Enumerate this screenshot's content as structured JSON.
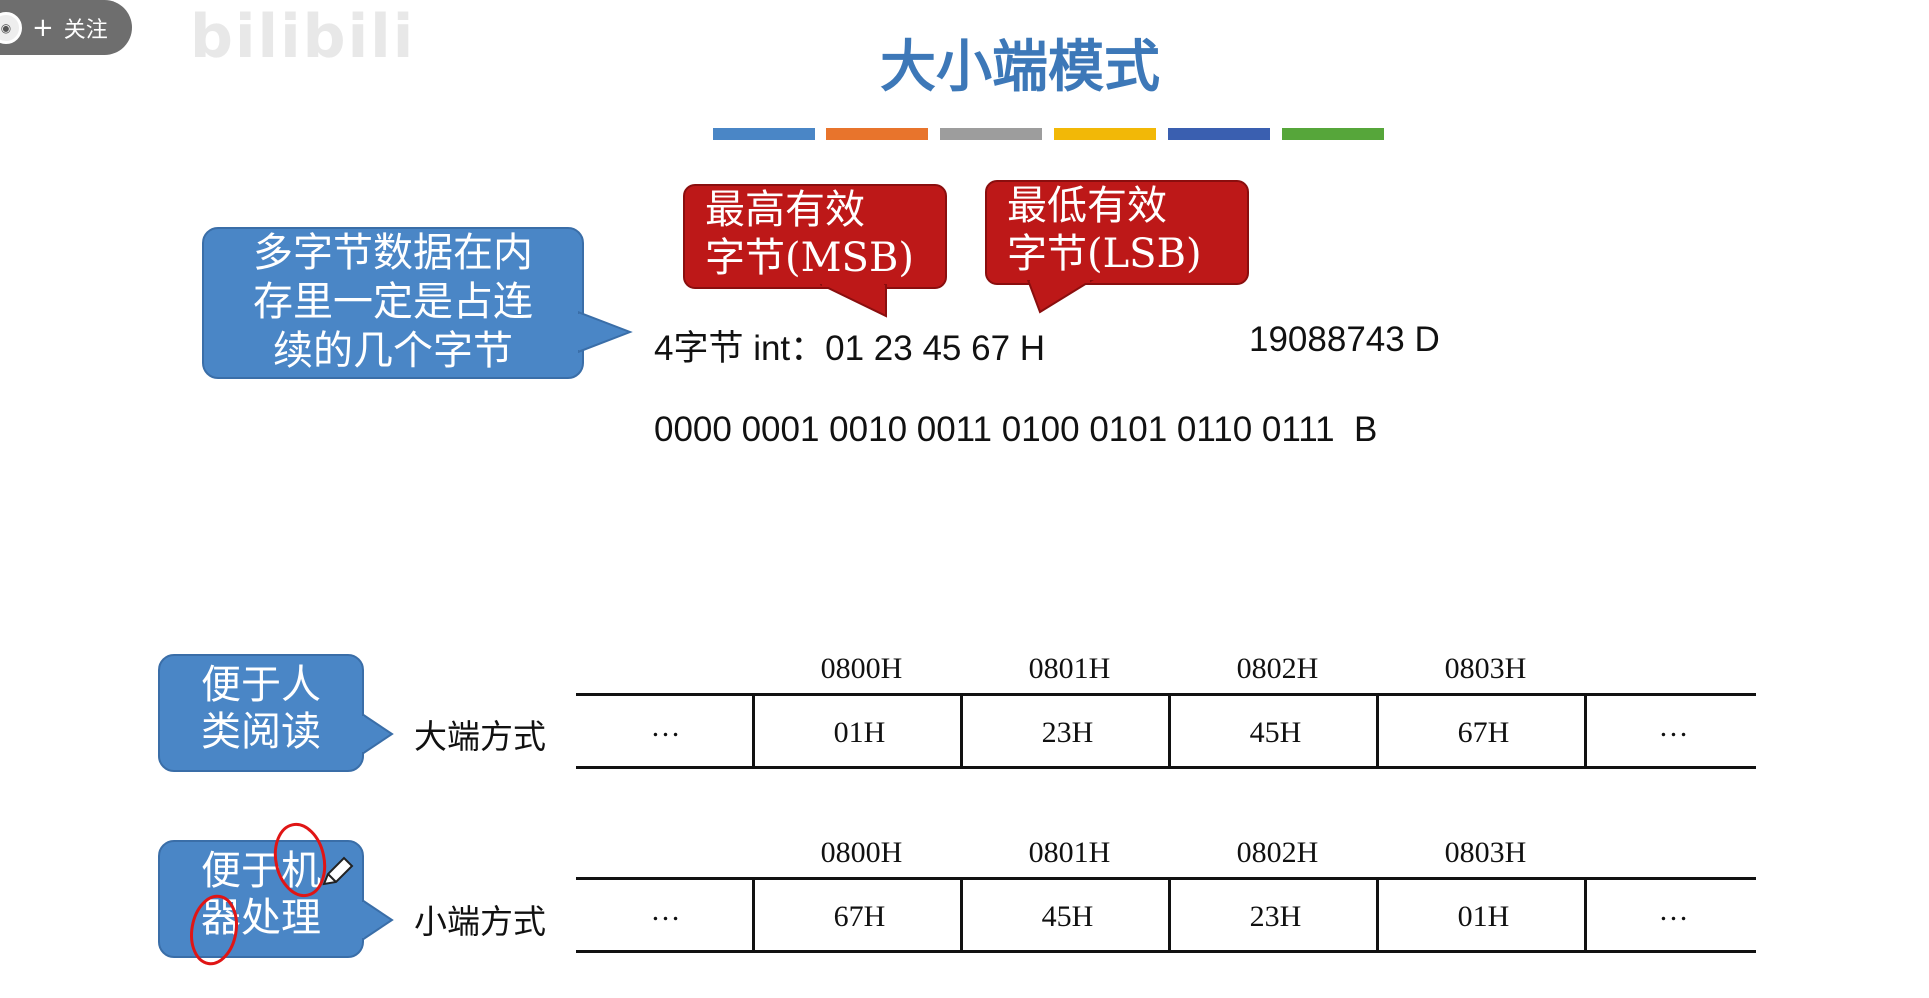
{
  "overlay": {
    "follow_label": "关注",
    "plus_glyph": "+",
    "watermark_text": "bilibili"
  },
  "slide": {
    "title": "大小端模式",
    "colors": [
      "#4a86c6",
      "#e8742c",
      "#9d9d9d",
      "#f2b807",
      "#3a5fb0",
      "#56a63a"
    ],
    "callout_left": [
      "多字节数据在内",
      "存里一定是占连",
      "续的几个字节"
    ],
    "callout_msb": [
      "最高有效",
      "字节(MSB)"
    ],
    "callout_lsb": [
      "最低有效",
      "字节(LSB)"
    ],
    "int_line": "4字节 int：01 23 45 67 H",
    "decimal": "19088743 D",
    "binary": "0000 0001 0010 0011 0100 0101 0110 0111  B",
    "callout_human": [
      "便于人",
      "类阅读"
    ],
    "callout_machine": [
      "便于机",
      "器处理"
    ],
    "big_endian": {
      "label": "大端方式",
      "addresses": [
        "0800H",
        "0801H",
        "0802H",
        "0803H"
      ],
      "cells": [
        "…",
        "01H",
        "23H",
        "45H",
        "67H",
        "…"
      ]
    },
    "little_endian": {
      "label": "小端方式",
      "addresses": [
        "0800H",
        "0801H",
        "0802H",
        "0803H"
      ],
      "cells": [
        "…",
        "67H",
        "45H",
        "23H",
        "01H",
        "…"
      ]
    }
  }
}
